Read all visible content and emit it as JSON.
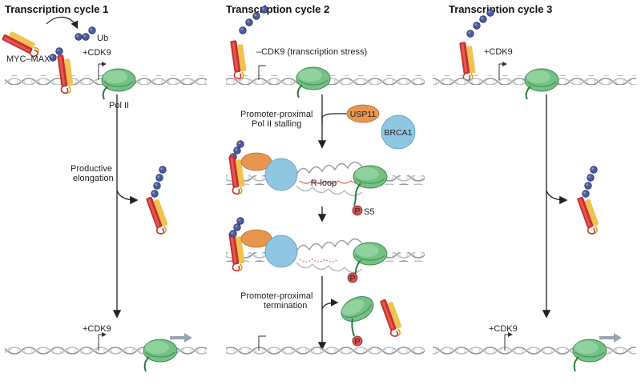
{
  "panels": [
    {
      "title": "Transcription cycle 1",
      "labels": {
        "ub": "Ub",
        "myc_max": "MYC–MAX",
        "cdk9_top": "+CDK9",
        "pol2": "Pol II",
        "elongation_line1": "Productive",
        "elongation_line2": "elongation",
        "cdk9_bottom": "+CDK9"
      }
    },
    {
      "title": "Transcription cycle 2",
      "labels": {
        "cdk9_stress": "–CDK9 (transcription stress)",
        "stalling_line1": "Promoter-proximal",
        "stalling_line2": "Pol II stalling",
        "usp11": "USP11",
        "brca1": "BRCA1",
        "rloop": "R-loop",
        "phospho": "P",
        "s5": "S5",
        "termination_line1": "Promoter-proximal",
        "termination_line2": "termination"
      }
    },
    {
      "title": "Transcription cycle 3",
      "labels": {
        "cdk9_top": "+CDK9",
        "cdk9_bottom": "+CDK9"
      }
    }
  ],
  "colors": {
    "pol2": "#6fbf7f",
    "pol2_dark": "#2f7a45",
    "myc": "#c9302c",
    "max": "#f2c14e",
    "ub": "#4a5a9a",
    "usp11": "#e8964f",
    "brca1": "#8fc7e3",
    "dna": "#9aa0a6",
    "rna": "#e57373"
  }
}
